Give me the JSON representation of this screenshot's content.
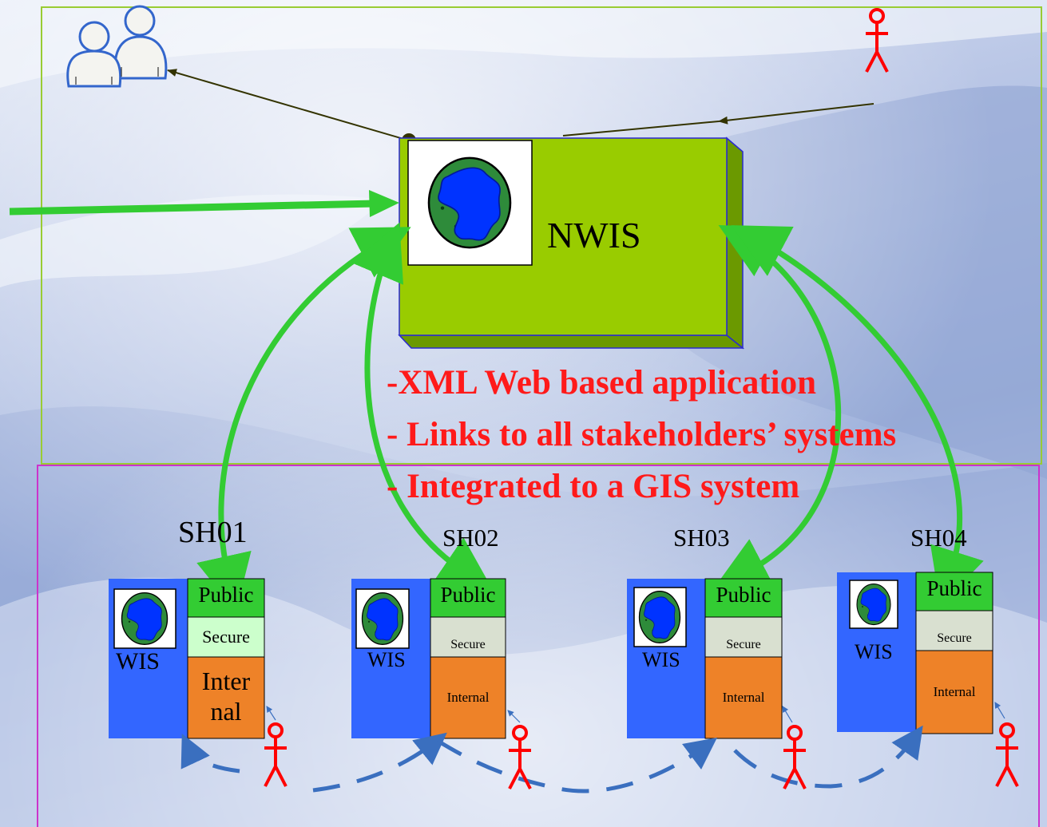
{
  "center": {
    "label": "NWIS"
  },
  "bullets": [
    "-XML Web based application",
    "- Links to all stakeholders’ systems",
    "- Integrated to a GIS system"
  ],
  "stakeholders": [
    {
      "title": "SH01",
      "wis": "WIS",
      "public": "Public",
      "secure": "Secure",
      "internal": "Inter nal"
    },
    {
      "title": "SH02",
      "wis": "WIS",
      "public": "Public",
      "secure": "Secure",
      "internal": "Internal"
    },
    {
      "title": "SH03",
      "wis": "WIS",
      "public": "Public",
      "secure": "Secure",
      "internal": "Internal"
    },
    {
      "title": "SH04",
      "wis": "WIS",
      "public": "Public",
      "secure": "Secure",
      "internal": "Internal"
    }
  ],
  "colors": {
    "nwis_box": "#99cc00",
    "link_arrows": "#33cc33",
    "bullet_text": "#ff1a1a",
    "wis_blue": "#3366ff",
    "public_green": "#33cc33",
    "internal_orange": "#ee8228",
    "actor_red": "#ff0000",
    "dashed_flow": "#3a6fbf"
  },
  "icons": [
    "users-icon",
    "actor-icon",
    "globe-icon"
  ]
}
